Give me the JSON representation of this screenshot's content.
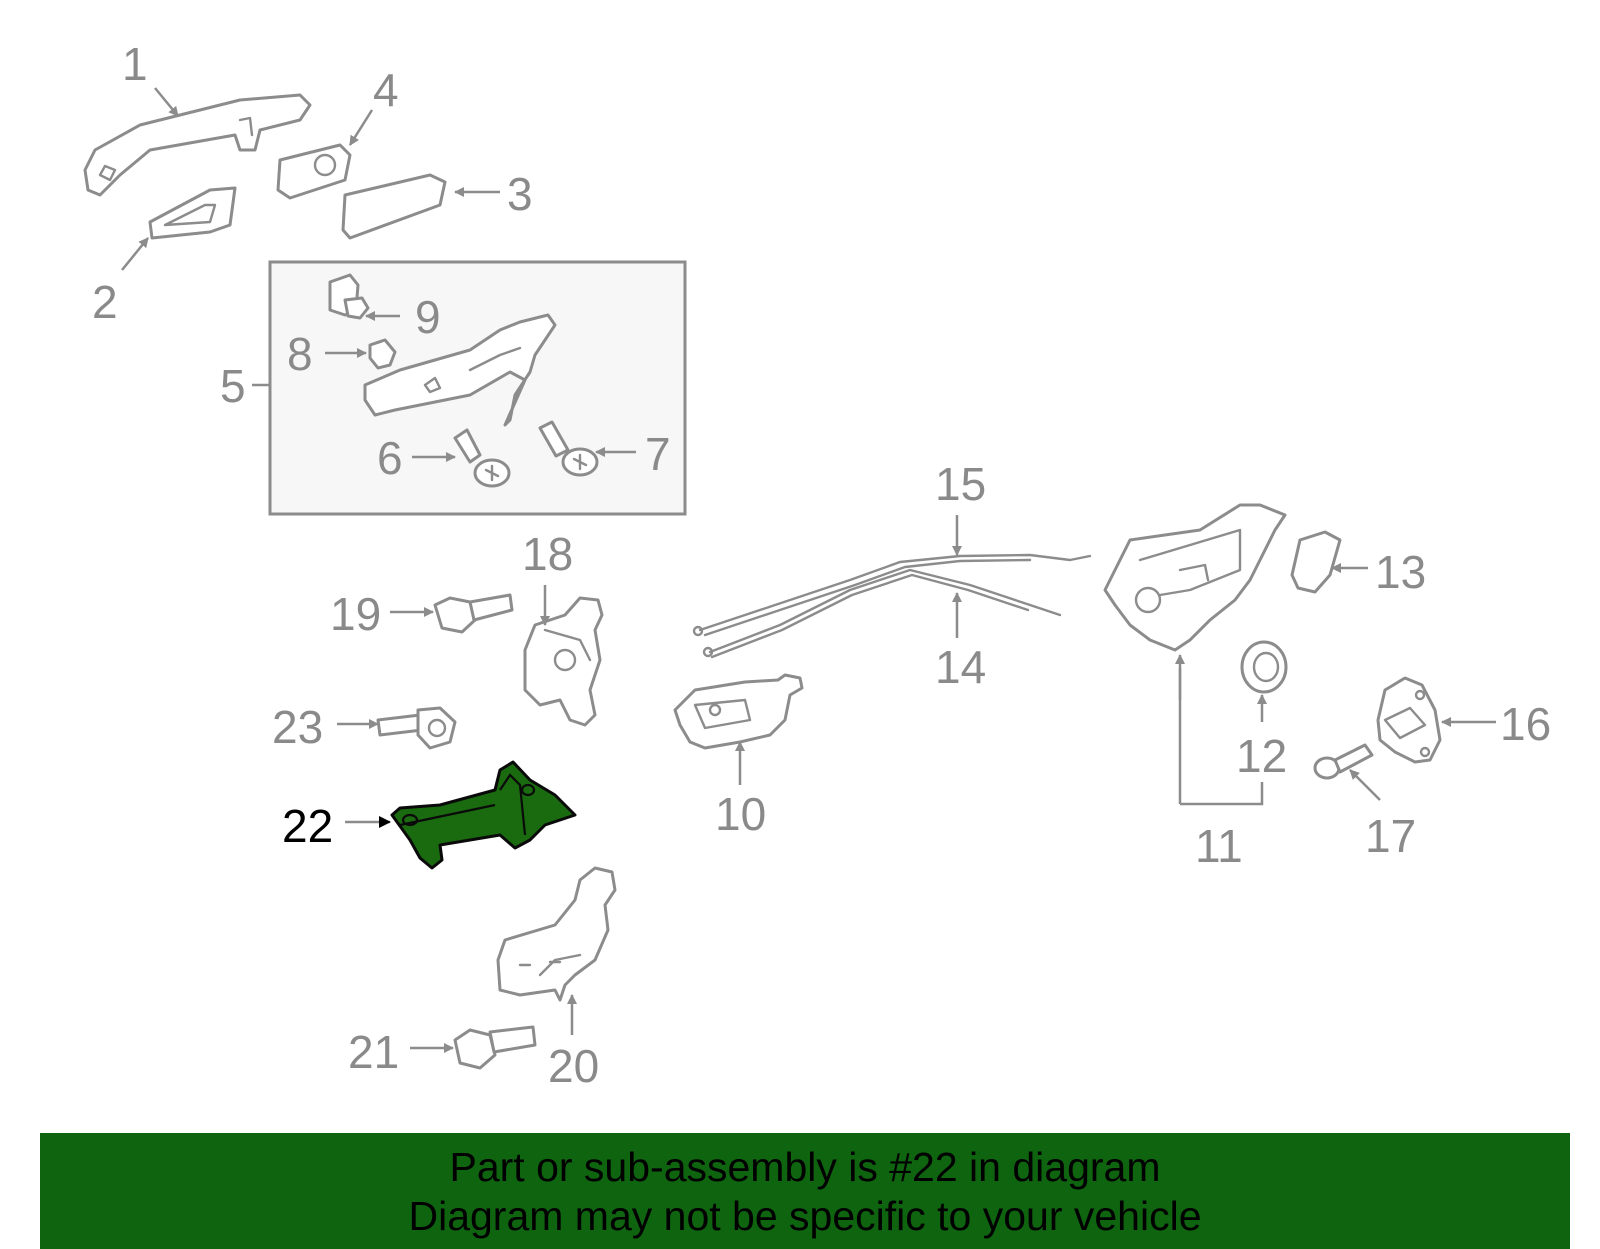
{
  "diagram": {
    "callouts": [
      "1",
      "2",
      "3",
      "4",
      "5",
      "6",
      "7",
      "8",
      "9",
      "10",
      "11",
      "12",
      "13",
      "14",
      "15",
      "16",
      "17",
      "18",
      "19",
      "20",
      "21",
      "22",
      "23"
    ],
    "highlighted_callout": "22",
    "colors": {
      "highlight": "#1a6b0f",
      "line": "#8c8c8c",
      "banner": "#0f6410"
    }
  },
  "banner": {
    "line1": "Part or sub-assembly is #22 in diagram",
    "line2": "Diagram may not be specific to your vehicle"
  }
}
